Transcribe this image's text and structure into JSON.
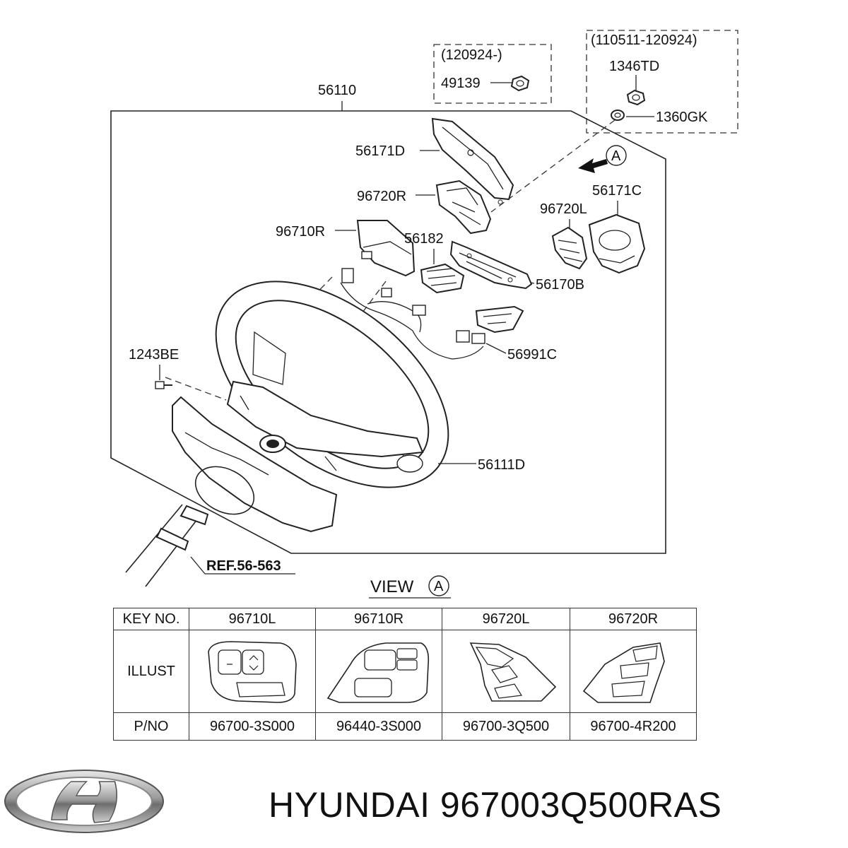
{
  "diagram": {
    "labels": {
      "p56110": "56110",
      "p49139": "49139",
      "p1346TD": "1346TD",
      "p1360GK": "1360GK",
      "p56171D": "56171D",
      "p96720R": "96720R",
      "p56171C": "56171C",
      "p96720L": "96720L",
      "p96710R": "96710R",
      "p56182": "56182",
      "p56170B": "56170B",
      "p56991C": "56991C",
      "p1243BE": "1243BE",
      "p56111D": "56111D",
      "ref": "REF.56-563"
    },
    "date_box_1": "(120924-)",
    "date_box_2": "(110511-120924)",
    "view_marker": "A",
    "view_label": "VIEW",
    "view_circle": "A"
  },
  "table": {
    "header_key": "KEY NO.",
    "row_illust": "ILLUST",
    "row_pno": "P/NO",
    "columns": [
      {
        "key": "96710L",
        "pno": "96700-3S000"
      },
      {
        "key": "96710R",
        "pno": "96440-3S000"
      },
      {
        "key": "96720L",
        "pno": "96700-3Q500"
      },
      {
        "key": "96720R",
        "pno": "96700-4R200"
      }
    ]
  },
  "brand": {
    "logo_icon": "hyundai-logo-icon",
    "caption": "HYUNDAI 967003Q500RAS"
  }
}
